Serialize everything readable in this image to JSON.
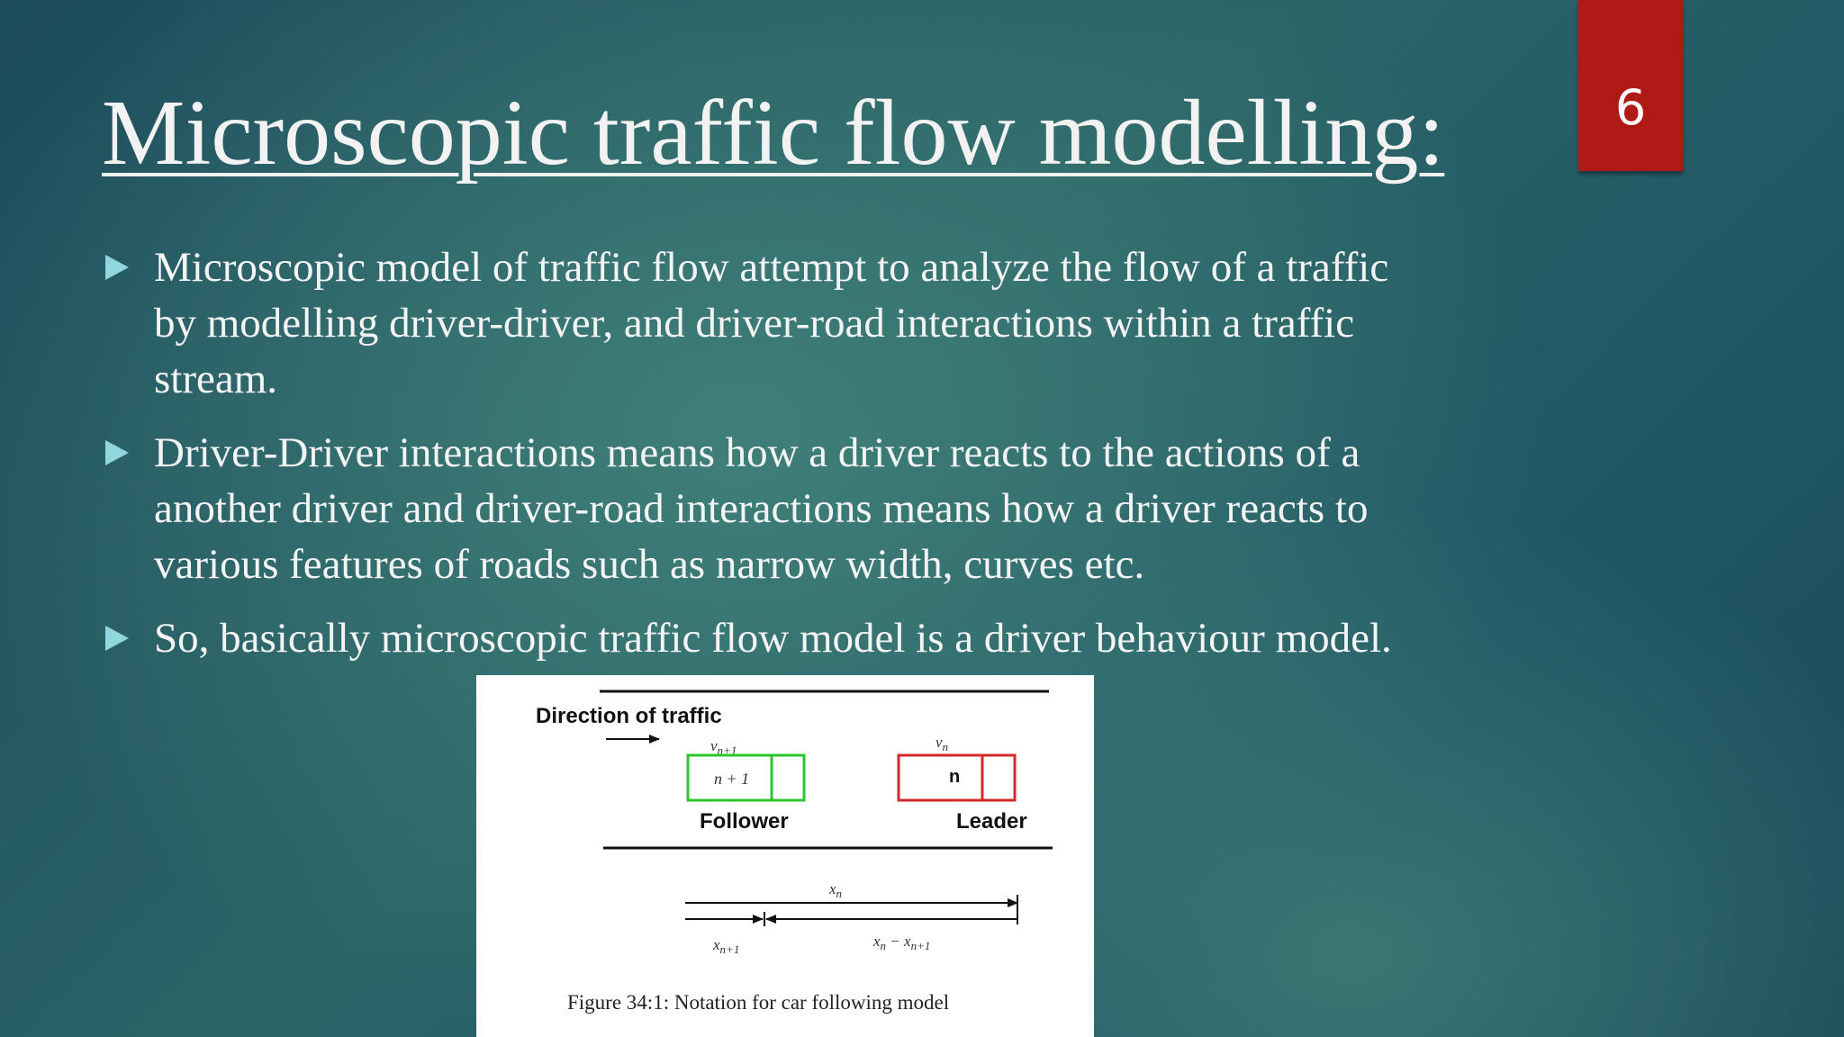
{
  "slide": {
    "title": "Microscopic traffic flow modelling:",
    "page_number": "6",
    "accent_color": "#b01a16",
    "bullet_color": "#8fd6dd",
    "bullets": [
      "Microscopic model of traffic flow attempt to analyze the flow of a traffic by modelling driver-driver, and driver-road interactions within a traffic stream.",
      "Driver-Driver interactions means how a driver reacts to the actions of a another driver and driver-road interactions means how a driver reacts to various features of roads such as narrow width, curves etc.",
      "So, basically microscopic traffic flow model is a driver behaviour model."
    ]
  },
  "figure": {
    "direction_label": "Direction of traffic",
    "follower_velocity": "v",
    "follower_velocity_sub": "n+1",
    "follower_box_label": "n + 1",
    "follower_label": "Follower",
    "leader_velocity": "v",
    "leader_velocity_sub": "n",
    "leader_box_label": "n",
    "leader_label": "Leader",
    "xn_label": "x",
    "xn_sub": "n",
    "xn1_label": "x",
    "xn1_sub": "n+1",
    "gap_label_a": "x",
    "gap_label_a_sub": "n",
    "gap_label_minus": " − x",
    "gap_label_b_sub": "n+1",
    "caption": "Figure 34:1:  Notation for car following model",
    "follower_color": "#2ec42e",
    "leader_color": "#d42a2a"
  }
}
